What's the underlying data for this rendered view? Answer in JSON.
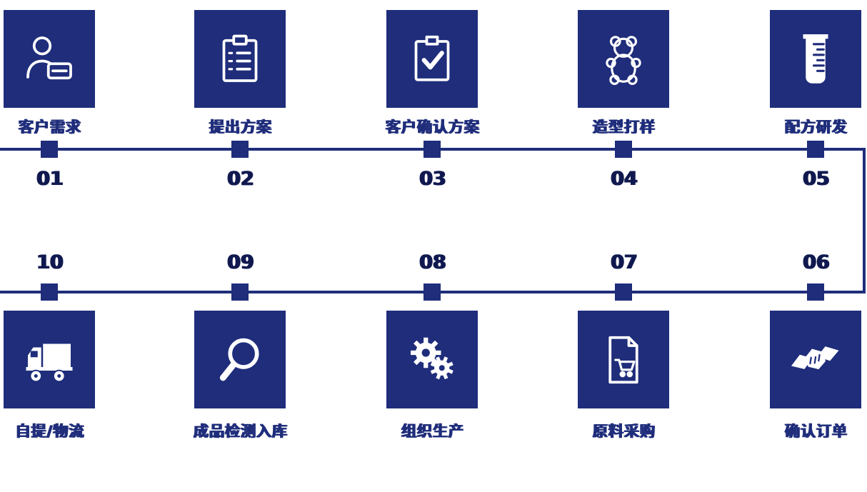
{
  "diagram": {
    "type": "process-flow",
    "colors": {
      "navy": "#1f2d7b",
      "icon_white": "#ffffff",
      "background": "#ffffff"
    },
    "steps": [
      {
        "number": "01",
        "label": "客户需求",
        "icon": "person-card-icon"
      },
      {
        "number": "02",
        "label": "提出方案",
        "icon": "clipboard-list-icon"
      },
      {
        "number": "03",
        "label": "客户确认方案",
        "icon": "clipboard-check-icon"
      },
      {
        "number": "04",
        "label": "造型打样",
        "icon": "gummy-bear-icon"
      },
      {
        "number": "05",
        "label": "配方研发",
        "icon": "measuring-cup-icon"
      },
      {
        "number": "06",
        "label": "确认订单",
        "icon": "handshake-icon"
      },
      {
        "number": "07",
        "label": "原料采购",
        "icon": "purchase-doc-icon"
      },
      {
        "number": "08",
        "label": "组织生产",
        "icon": "gears-icon"
      },
      {
        "number": "09",
        "label": "成品检测入库",
        "icon": "magnifier-icon"
      },
      {
        "number": "10",
        "label": "自提/物流",
        "icon": "truck-icon"
      }
    ]
  }
}
